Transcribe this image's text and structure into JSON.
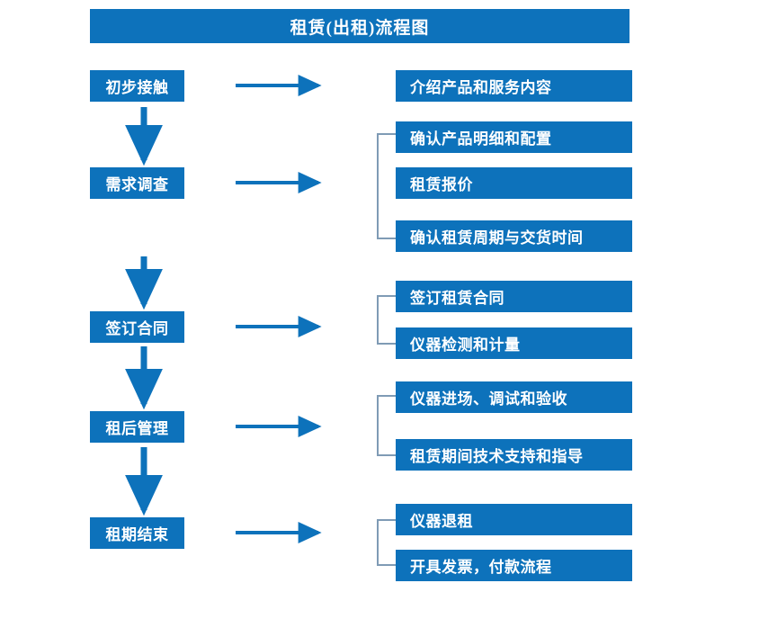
{
  "diagram": {
    "title": "租赁(出租)流程图",
    "accent_color": "#0d72bb",
    "bracket_color": "#7f9bb5",
    "arrow_color": "#0d72bb",
    "background_color": "#ffffff",
    "stages": [
      {
        "label": "初步接触"
      },
      {
        "label": "需求调查"
      },
      {
        "label": "签订合同"
      },
      {
        "label": "租后管理"
      },
      {
        "label": "租期结束"
      }
    ],
    "details": [
      {
        "label": "介绍产品和服务内容"
      },
      {
        "label": "确认产品明细和配置"
      },
      {
        "label": "租赁报价"
      },
      {
        "label": "确认租赁周期与交货时间"
      },
      {
        "label": "签订租赁合同"
      },
      {
        "label": "仪器检测和计量"
      },
      {
        "label": "仪器进场、调试和验收"
      },
      {
        "label": "租赁期间技术支持和指导"
      },
      {
        "label": "仪器退租"
      },
      {
        "label": "开具发票，付款流程"
      }
    ]
  }
}
